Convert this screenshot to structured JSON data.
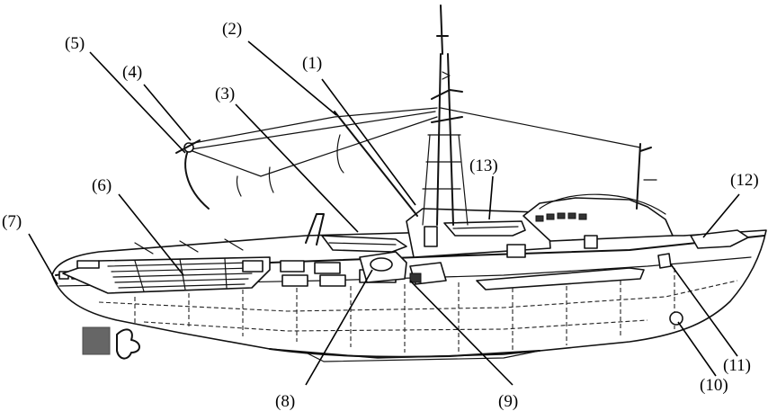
{
  "labels": {
    "l1": "(1)",
    "l2": "(2)",
    "l3": "(3)",
    "l4": "(4)",
    "l5": "(5)",
    "l6": "(6)",
    "l7": "(7)",
    "l8": "(8)",
    "l9": "(9)",
    "l10": "(10)",
    "l11": "(11)",
    "l12": "(12)",
    "l13": "(13)"
  }
}
